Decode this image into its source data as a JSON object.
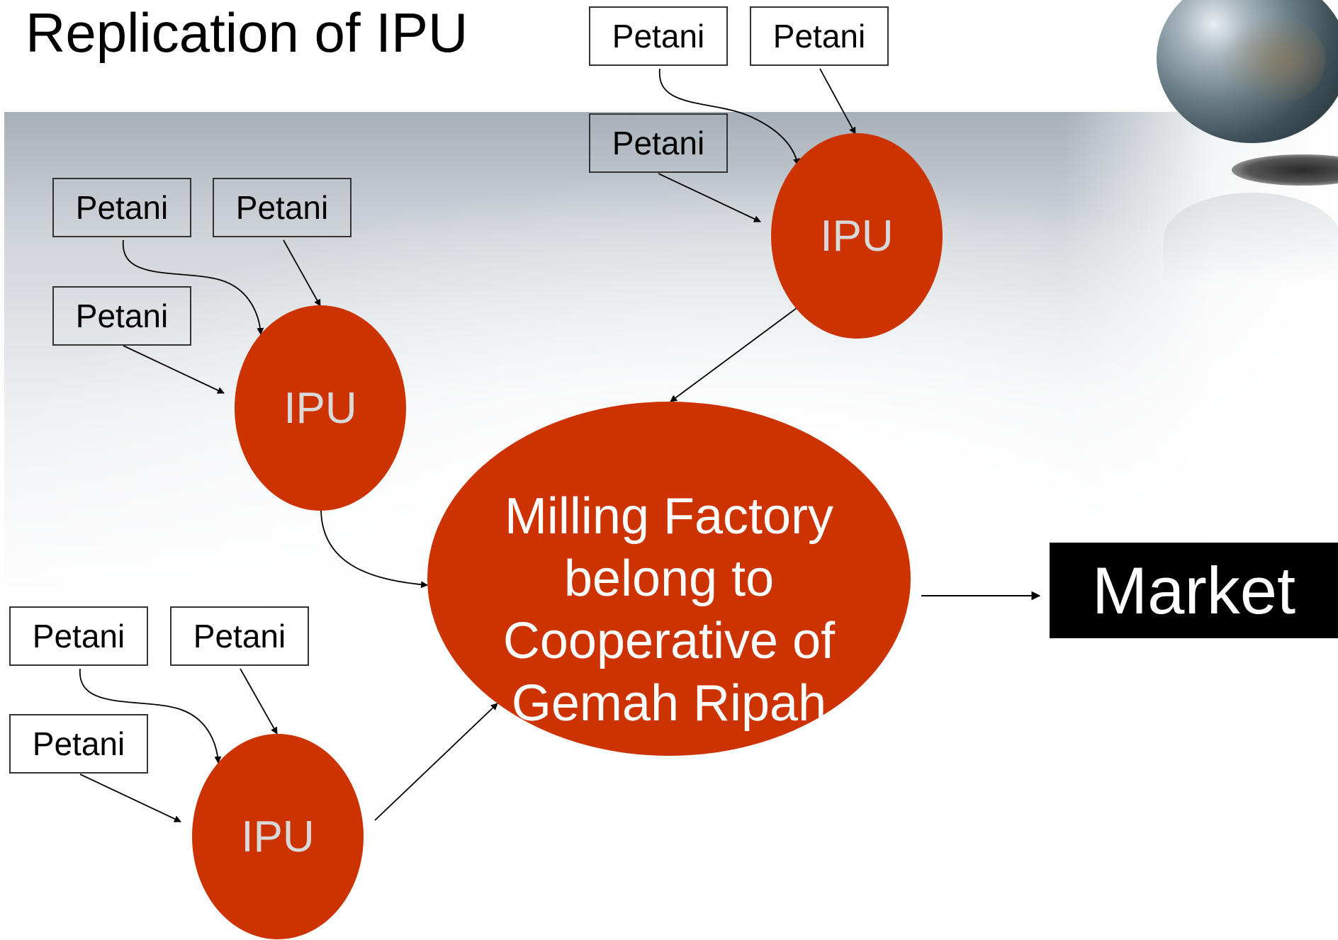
{
  "title": "Replication of IPU",
  "farmer_label": "Petani",
  "ipu_label": "IPU",
  "factory": {
    "line1": "Milling Factory",
    "line2": "belong to",
    "line3": "Cooperative of",
    "line4": "Gemah Ripah"
  },
  "market_label": "Market",
  "colors": {
    "node_fill": "#cc3300",
    "ipu_text": "#d9d9d9",
    "market_fill": "#000000"
  }
}
